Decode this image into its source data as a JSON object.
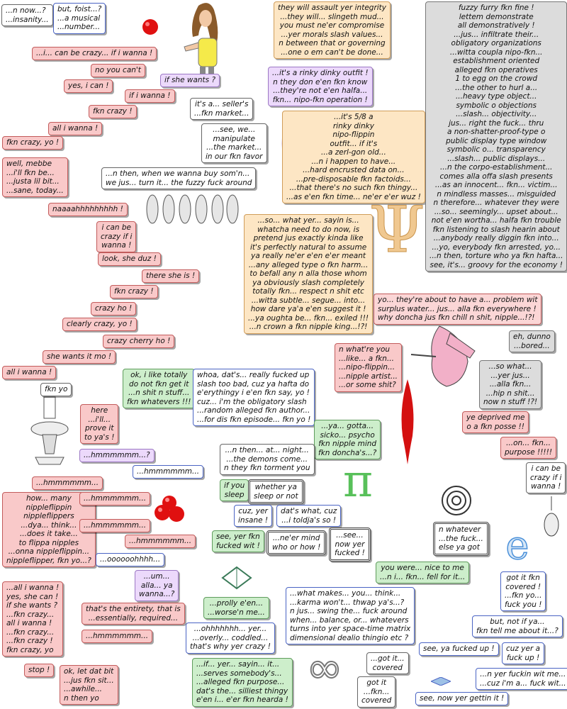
{
  "bubbles": {
    "b1": "...n now...?\n...insanity...",
    "b2": "but, foist...?\n...a musical\n...number...",
    "b3": "...i... can be crazy... if i wanna !",
    "b4": "no you can't",
    "b5": "yes, i can !",
    "b6": "if she wants ?",
    "b7": "if i wanna !",
    "b8": "fkn crazy !",
    "b9": "it's a... seller's\n...fkn market...",
    "b10": "all i wanna !",
    "b11": "...see, we...\nmanipulate\n...the market...\nin our fkn favor",
    "b12": "fkn crazy, yo !",
    "b13": "well, mebbe\n...i'll fkn be...\n...justa lil bit...\n...sane, today...",
    "b14": "...n then, when we wanna buy som'n...\nwe jus... turn it... the fuzzy fuck around",
    "b15": "naaaahhhhhhhhh !",
    "b16": "i can be\ncrazy if i\nwanna !",
    "b17": "look, she duz !",
    "b18": "there she is !",
    "b19": "fkn crazy !",
    "b20": "crazy ho !",
    "b21": "clearly crazy, yo !",
    "b22": "crazy cherry ho !",
    "b23": "she wants it mo !",
    "b24": "all i wanna !",
    "b25": "fkn yo",
    "b26": "ok, i like totally\ndo not fkn get it\n...n shit n stuff...\nfkn whatevers !!!",
    "b27": "whoa, dat's... really fucked up\nslash too bad, cuz ya hafta do\ne'erythingy i e'en fkn say, yo !\ncuz... i'm the obligatory slash\n...random alleged fkn author...\n...for dis fkn episode... fkn yo !",
    "b28": "here\n...i'll...\nprove it\nto ya's !",
    "b29": "...hmmmmmm...?",
    "b30": "...hmmmmmm...",
    "b31": "...ya... gotta...\nsicko... psycho\nfkn nipple mind\nfkn doncha's...?",
    "b32": "...n then... at... night...\n...the demons come...\nn they fkn torment you",
    "b33": "...hmmmmmm...",
    "b34": "how... many\nnippleflippin\nnippleflippers\n...dya... think...\n...does it take...\nto flippa nipples\n...onna nippleflippin...\nnippleflipper, fkn yo...?",
    "b35": "...hmmmmmm...",
    "b36": "...hmmmmmm...",
    "b37": "...hmmmmmm...",
    "b38": "if you\nsleep",
    "b39": "whether ya\nsleep or not",
    "b40": "cuz, yer\ninsane !",
    "b41": "dat's what, cuz\n...i toldja's so !",
    "b42": "see, yer fkn\nfucked wit !",
    "b43": "...ne'er mind\nwho or how !",
    "b44": "...see...\nnow yer\nfucked !",
    "b45": "...oooooohhhh...",
    "b46": "...um...\nalla... ya\nwanna...?",
    "b47": "...all i wanna !\nyes, she can !\nif she wants ?\n...fkn crazy...\nall i wanna !\n...fkn crazy...\n...fkn crazy !\nfkn crazy, yo",
    "b48": "that's the entirety, that is\n...essentially, required...",
    "b49": "...hmmmmmm...",
    "b50": "stop !",
    "b51": "ok, let dat bit\n...jus fkn sit...\n...awhile...\nn then yo",
    "b52": "...prolly e'en...\n...worse'n me...",
    "b53": "...ohhhhhhh... yer...\n...overly... coddled...\nthat's why yer crazy !",
    "b54": "...if... yer... sayin... it...\n...serves somebody's...\n...alleged fkn purpose...\ndat's the... silliest thingy\ne'en i... e'er fkn hearda !",
    "b55": "they will assault yer integrity\n...they will... slingeth mud...\nyou must ne'er compromise\n...yer morals slash values...\nn between that or governing\n...one o em can't be done...",
    "b56": "...it's a rinky dinky outfit !\nn they don e'en fkn know\n...they're not e'en halfa...\nfkn... nipo-fkn operation !",
    "b57": "...it's 5/8 a\nrinky dinky\nnipo-flippin\noutfit... if it's\n...a zerl-gon old...\n...n i happen to have...\n...hard encrusted data on...\n...pre-disposable fkn factoids...\n...that there's no such fkn thingy...\n...as e'en fkn time... ne'er e'er wuz !",
    "b58": "...so... what yer... sayin is...\nwhatcha need to do now, is\npretend jus exactly kinda like\nit's perfectly natural to assume\nya really ne'er e'en e'er meant\n...any alleged type o fkn harm...\nto befall any n alla those whom\nya obviously slash completely\ntotally fkn... respect n shit etc\n...witta subtle... segue... into...\nhow dare ya'a e'en suggest it !\n...ya oughta be... fkn... exiled !!!\n...n crown a fkn nipple king...!?!",
    "b59": "fuzzy furry fkn fine !\nlettem demonstrate\nall demonstratively !\n...jus... infiltrate their...\nobligatory organizations\n...witta coupla nipo-fkn...\nestablishment oriented\nalleged fkn operatives\n1 to egg on the crowd\n...the other to hurl a...\n...heavy type object...\nsymbolic o objections\n...slash... objectivity...\njus... right the fuck... thru\na non-shatter-proof-type o\npublic display type window\nsymbolic o... transparency\n...slash... public displays...\n...n the corpo-establishment...\ncomes alla offa slash presents\n...as an innocent... fkn... victim...\nn mindless masses... misguided\nn therefore... whatever they were\n...so... seemingly... upset about...\nnot e'en wortha... halfa fkn trouble\nfkn listening to slash hearin about\n...anybody really diggin fkn into...\n...yo, everybody fkn arrested, yo...\n...n then, torture who ya fkn hafta...\nsee, it's... groovy for the economy !",
    "b60": "yo... they're about to have a... problem wit\nsurplus water... jus... alla fkn everywhere !\nwhy doncha jus fkn chill n shit, nipple...!?!",
    "b61": "eh, dunno\n...bored...",
    "b62": "n what're you\n...like... a fkn...\n...nipo-flippin...\n...nipple artist...\n...or some shit?",
    "b63": "...so what...\n...yer jus...\n...alla fkn...\n...hip n shit...\nnow n stuff !?!",
    "b64": "ye deprived me\no a fkn posse !!",
    "b65": "...on... fkn...\npurpose !!!!!",
    "b66": "i can be\ncrazy if i\nwanna !",
    "b67": "n whatever\n...the fuck...\nelse ya got",
    "b68": "you were... nice to me\n...n i... fkn... fell for it...",
    "b69": "got it fkn\ncovered !\n...fkn yo...\nfuck you !",
    "b70": "...what makes... you... think...\n...karma won't... thwap ya's...?\nn jus... swing the... fuck around\nwhen... balance, or... whatevers\nturns into yer space-time matrix\ndimensional dealio thingio etc ?",
    "b71": "but, not if ya...\nfkn tell me about it...?",
    "b72": "see, ya fucked up !",
    "b73": "cuz yer a\nfuck up !",
    "b74": "...got it...\ncovered",
    "b75": "...n yer fuckin wit me...\n...cuz i'm a... fuck wit...",
    "b76": "got it\n...fkn...\ncovered",
    "b77": "see, now yer gettin it !"
  },
  "colors": {
    "red": "#f9c9c9",
    "yellow": "#fde6c4",
    "green": "#cdeecb",
    "lilac": "#ecd9fb",
    "gray": "#dcdcdc",
    "orange_symbol": "#e8832a",
    "pi_green": "#58c05a",
    "e_blue": "#4a90d9"
  },
  "icons": [
    "woman-figure-icon",
    "red-ball-icon",
    "feather-icon",
    "phi-symbol-icon",
    "psi-symbol-icon",
    "fuzzy-creatures-icon",
    "pi-symbol-icon",
    "cherries-icon",
    "alien-ship-icon",
    "concentric-circles-icon",
    "e-symbol-icon",
    "infinity-symbol-icon",
    "diamond-icon",
    "pink-hand-icon",
    "red-wing-icon",
    "hanging-figure-icon"
  ]
}
